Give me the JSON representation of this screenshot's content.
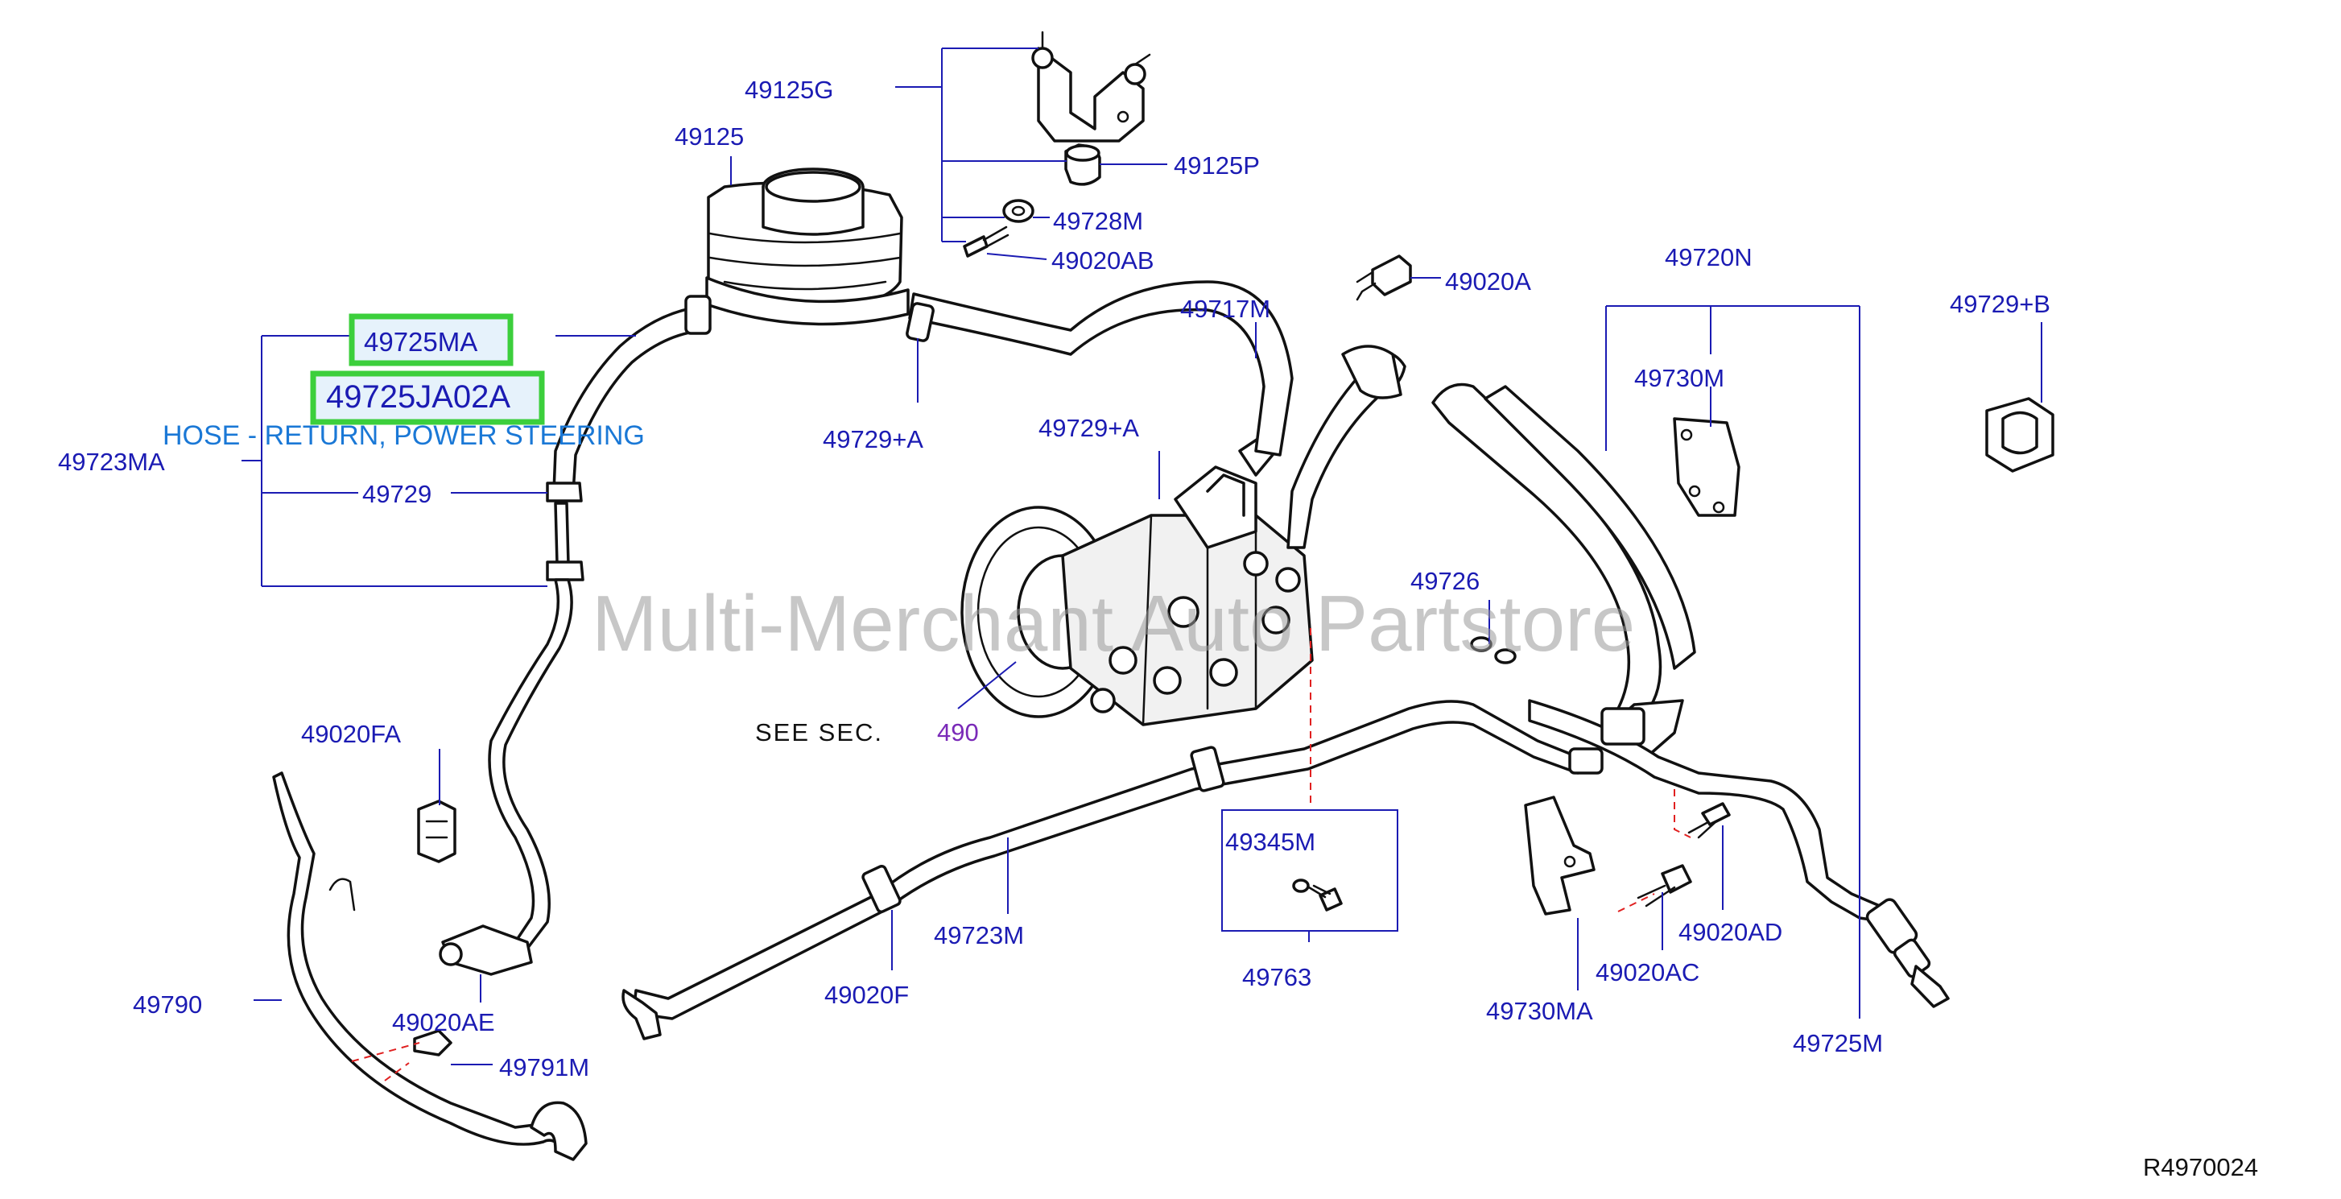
{
  "labels": {
    "p49125G": "49125G",
    "p49125": "49125",
    "p49125P": "49125P",
    "p49728M": "49728M",
    "p49020AB": "49020AB",
    "p49020A": "49020A",
    "p49720N": "49720N",
    "p49729B": "49729+B",
    "p49725MA": "49725MA",
    "p49725JA02A": "49725JA02A",
    "p49723MA": "49723MA",
    "p49717M": "49717M",
    "p49729A_top": "49729+A",
    "p49729A_mid": "49729+A",
    "p49730M": "49730M",
    "p49729": "49729",
    "p49726": "49726",
    "p49020FA": "49020FA",
    "p49345M": "49345M",
    "p49723M": "49723M",
    "p49020AD": "49020AD",
    "p49020F": "49020F",
    "p49020AC": "49020AC",
    "p49763": "49763",
    "p49790": "49790",
    "p49020AE": "49020AE",
    "p49730MA": "49730MA",
    "p49725M": "49725M",
    "p49791M": "49791M"
  },
  "description": "HOSE - RETURN, POWER STEERING",
  "see_section": {
    "prefix": "SEE   SEC.",
    "number": "490"
  },
  "watermark": "Multi-Merchant Auto Partstore",
  "diagram_code": "R4970024",
  "highlighted_parts": [
    "49725MA",
    "49725JA02A"
  ],
  "colors": {
    "part_number": "#1b1bb3",
    "description": "#1a78d6",
    "highlight_border": "#3ccf3c",
    "highlight_fill": "#e6f2fb",
    "dashed_guide": "#e02020",
    "section_number": "#7a2ab8"
  }
}
